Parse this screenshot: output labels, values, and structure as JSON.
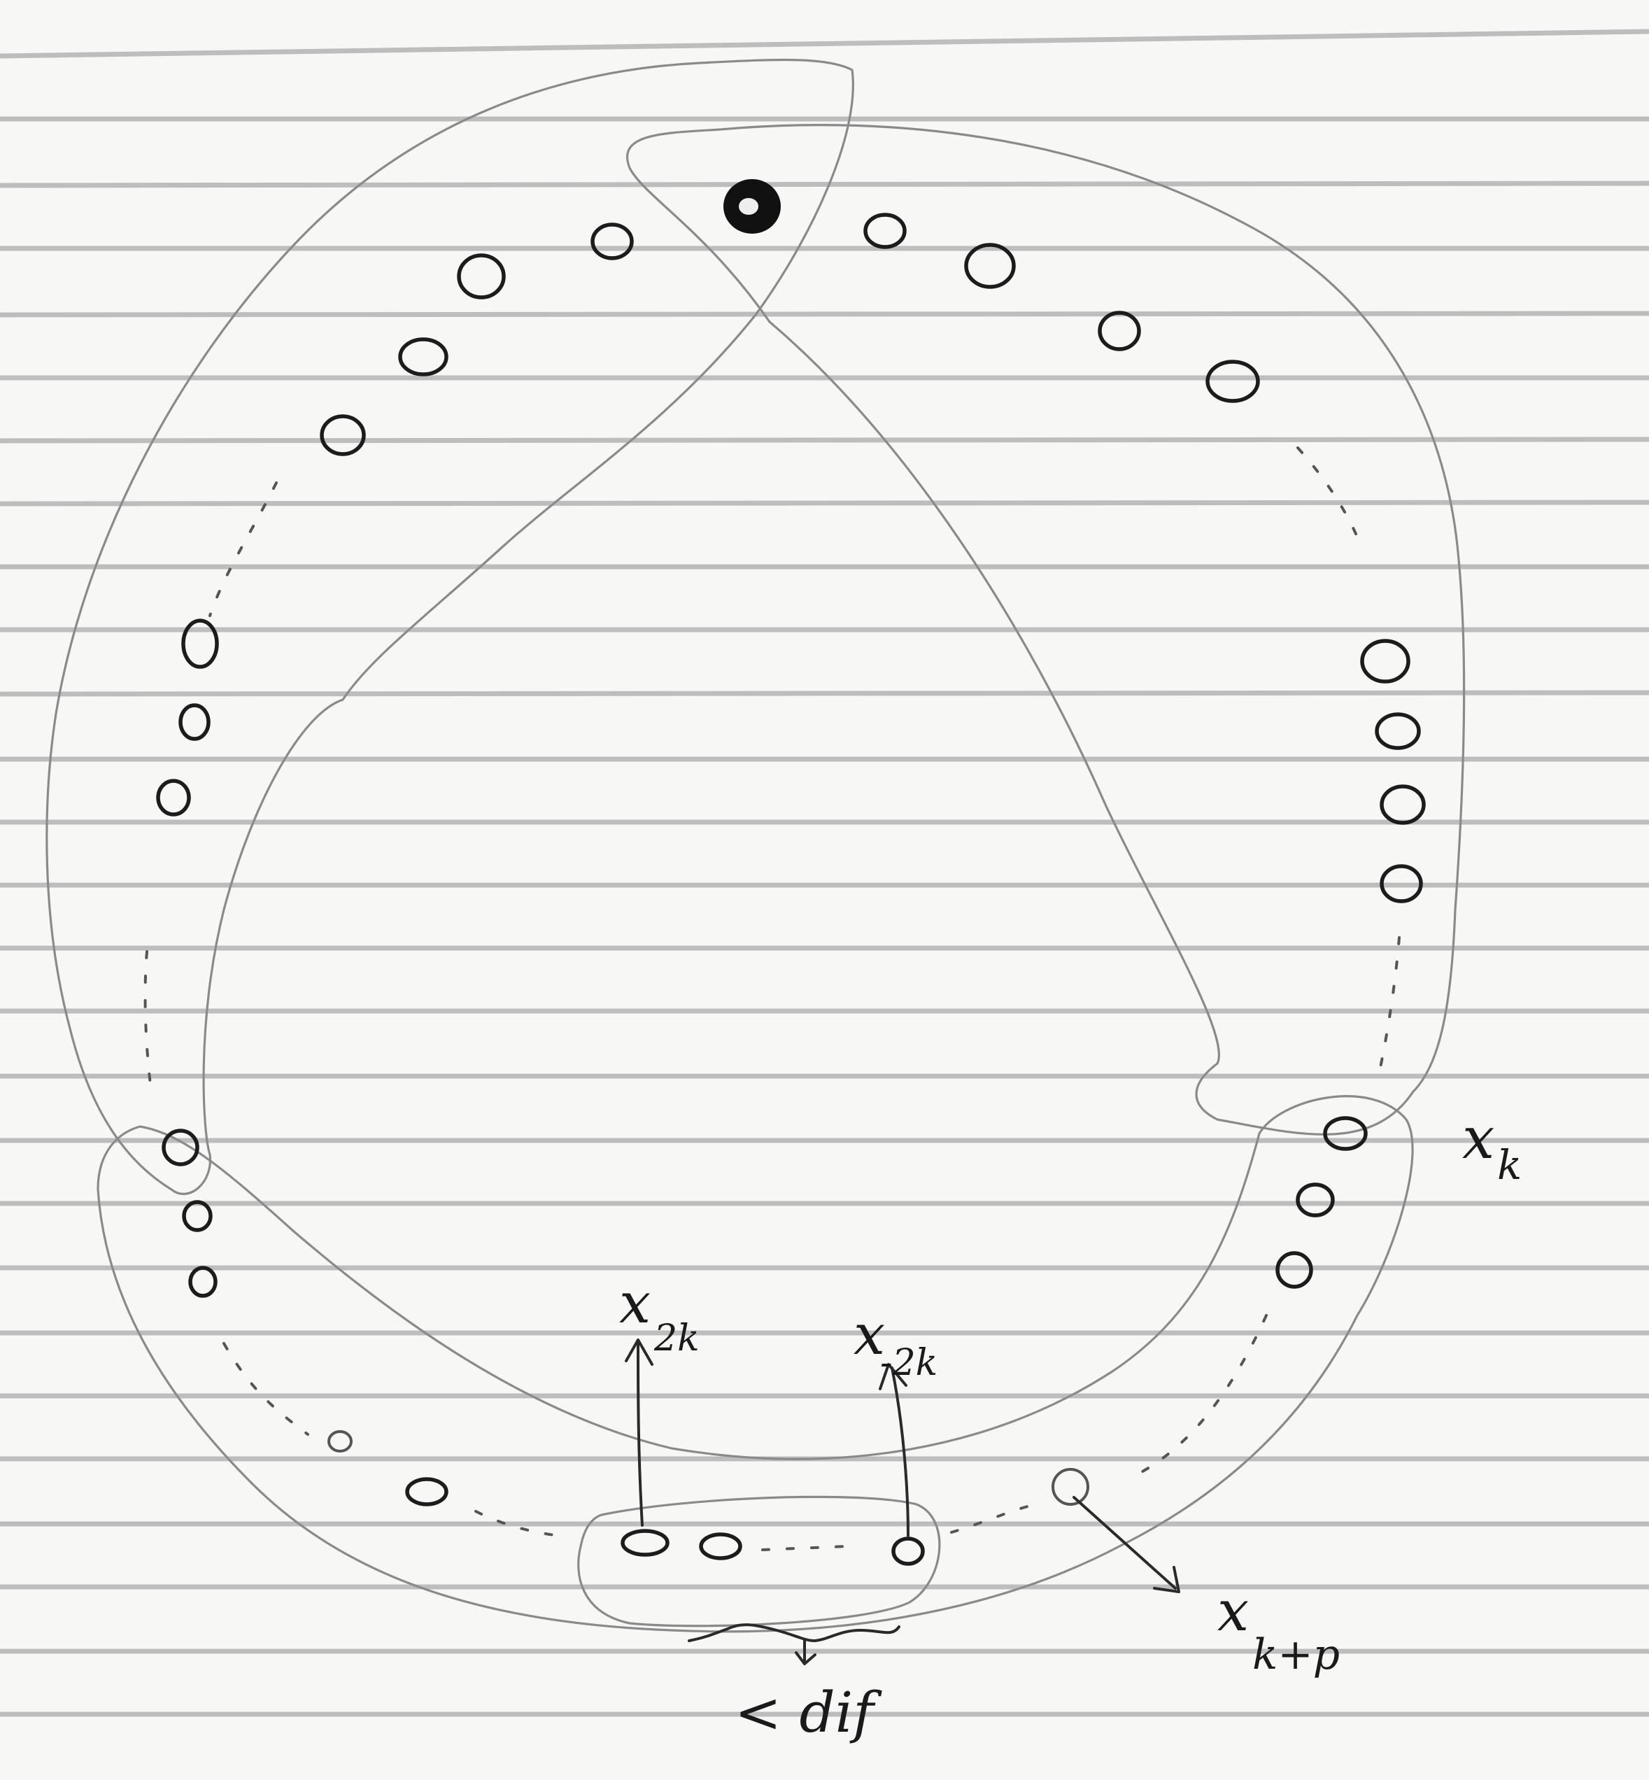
{
  "labels": {
    "x_k": "x",
    "x_k_sub": "k",
    "x_2k": "x",
    "x_2k_sup": "2k",
    "x_neg2k": "x",
    "x_neg2k_sub": "-2k",
    "x_kp": "x",
    "x_kp_sub": "k+p",
    "dif": "< dif"
  }
}
